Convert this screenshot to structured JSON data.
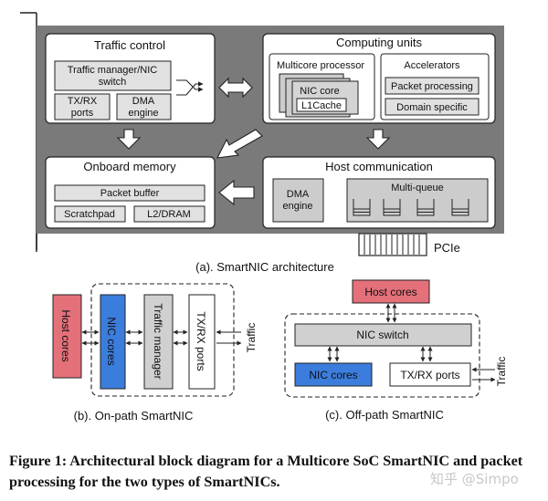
{
  "architecture": {
    "caption": "(a). SmartNIC architecture",
    "traffic_control": {
      "title": "Traffic control",
      "manager_switch": [
        "Traffic manager/NIC",
        "switch"
      ],
      "txrx_ports": [
        "TX/RX",
        "ports"
      ],
      "dma_engine": [
        "DMA",
        "engine"
      ]
    },
    "computing_units": {
      "title": "Computing units",
      "multicore": {
        "title": "Multicore processor",
        "nic_core": "NIC core",
        "l1cache": "L1Cache"
      },
      "accelerators": {
        "title": "Accelerators",
        "packet_processing": "Packet processing",
        "domain_specific": "Domain specific"
      }
    },
    "onboard_memory": {
      "title": "Onboard memory",
      "packet_buffer": "Packet buffer",
      "scratchpad": "Scratchpad",
      "l2dram": "L2/DRAM"
    },
    "host_communication": {
      "title": "Host communication",
      "dma_engine": [
        "DMA",
        "engine"
      ],
      "multi_queue": "Multi-queue"
    },
    "pcie": "PCIe"
  },
  "on_path": {
    "caption": "(b). On-path SmartNIC",
    "host_cores": "Host cores",
    "nic_cores": "NIC cores",
    "traffic_manager": "Traffic manager",
    "txrx_ports": "TX/RX ports",
    "traffic": "Traffic"
  },
  "off_path": {
    "caption": "(c). Off-path SmartNIC",
    "host_cores": "Host cores",
    "nic_switch": "NIC switch",
    "nic_cores": "NIC cores",
    "txrx_ports": "TX/RX ports",
    "traffic": "Traffic"
  },
  "figure_caption": "Figure 1: Architectural block diagram for a Multicore SoC SmartNIC and packet processing for the two types of SmartNICs.",
  "watermark": "知乎 @Simpo",
  "colors": {
    "board": "#7a7a7a",
    "panel": "#ffffff",
    "light_box": "#e1e1e1",
    "dark_box": "#cccccc",
    "host_cores": "#e4707a",
    "nic_cores": "#3b7ddd",
    "gray_box": "#d0d0d0",
    "arrow_fill": "#ffffff"
  }
}
